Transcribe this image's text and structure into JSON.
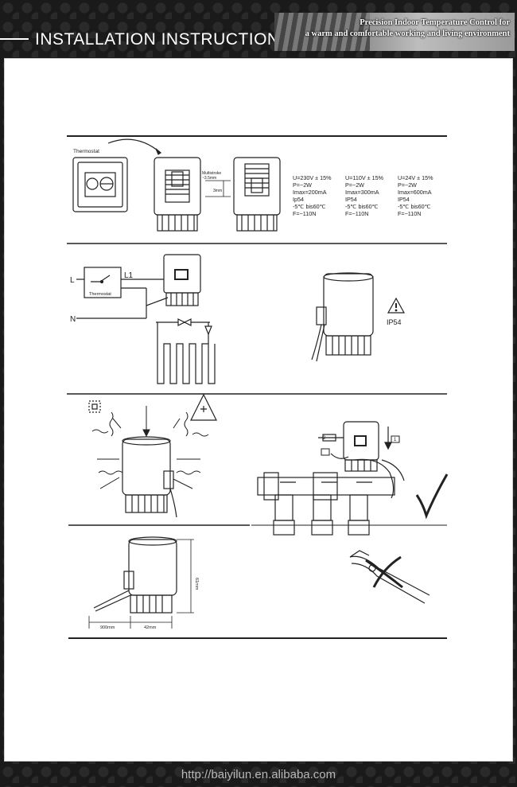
{
  "header": {
    "title": "INSTALLATION INSTRUCTIONS",
    "banner_line1": "Precision Indoor Temperature Control for",
    "banner_line2": "a warm and comfortable working and living environment"
  },
  "diagram": {
    "thermostat_label": "Thermostat",
    "stroke_label": "Multistroke",
    "stroke_value": "~3.5mm",
    "stroke_dim": "3mm",
    "spec_columns": [
      {
        "voltage": "U=230V ± 15%",
        "power": "P=~2W",
        "current": "Imax=200mA",
        "ip": "Ip54",
        "temp": "-5℃ bis60℃",
        "force": "F=~110N"
      },
      {
        "voltage": "U=110V ± 15%",
        "power": "P=~2W",
        "current": "Imax=300mA",
        "ip": "IP54",
        "temp": "-5℃ bis60℃",
        "force": "F=~110N"
      },
      {
        "voltage": "U=24V ± 15%",
        "power": "P=~2W",
        "current": "Imax=600mA",
        "ip": "IP54",
        "temp": "-5℃ bis60℃",
        "force": "F=~110N"
      }
    ],
    "wiring_l": "L",
    "wiring_l1": "L1",
    "wiring_n": "N",
    "wiring_thermostat": "Thermostat",
    "ip_rating": "IP54",
    "step_2": "2",
    "step_1": "1",
    "dim_height": "61mm",
    "dim_cable": "900mm",
    "dim_width": "42mm"
  },
  "footer": {
    "url": "http://baiyilun.en.alibaba.com"
  }
}
